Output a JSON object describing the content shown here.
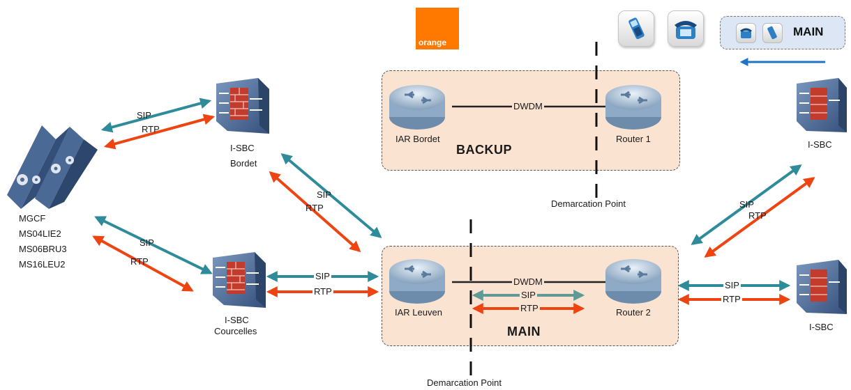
{
  "brand": {
    "logo_text": "orange"
  },
  "legend": {
    "label": "MAIN"
  },
  "mgcf": {
    "lines": [
      "MGCF",
      "MS04LIE2",
      "MS06BRU3",
      "MS16LEU2"
    ]
  },
  "sbc_bordet": {
    "line1": "I-SBC",
    "line2": "Bordet"
  },
  "sbc_courcelles": {
    "line1": "I-SBC",
    "line2": "Courcelles"
  },
  "sbc_right_top": {
    "label": "I-SBC"
  },
  "sbc_right_bottom": {
    "label": "I-SBC"
  },
  "backup": {
    "title": "BACKUP",
    "left_router": "IAR Bordet",
    "right_router": "Router 1",
    "link": "DWDM"
  },
  "main": {
    "title": "MAIN",
    "left_router": "IAR Leuven",
    "right_router": "Router 2",
    "link": "DWDM",
    "inner_sip": "SIP",
    "inner_rtp": "RTP"
  },
  "demarcation": {
    "top": "Demarcation Point",
    "bottom": "Demarcation Point"
  },
  "protocols": {
    "sip": "SIP",
    "rtp": "RTP"
  },
  "colors": {
    "sip": "#2e8b9a",
    "rtp": "#ee4411",
    "arrow_blue": "#1f74c8",
    "zone": "#fbe3d2"
  }
}
